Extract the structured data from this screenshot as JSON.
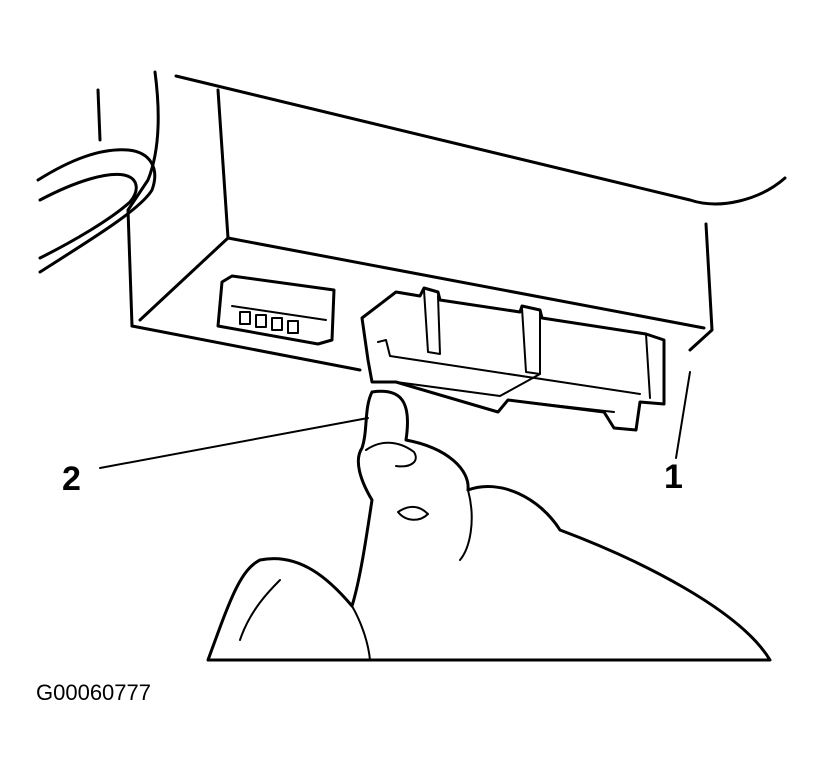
{
  "diagram": {
    "callouts": [
      {
        "label": "1",
        "target": "module-connector"
      },
      {
        "label": "2",
        "target": "release-tab"
      }
    ],
    "figure_code": "G00060777"
  }
}
